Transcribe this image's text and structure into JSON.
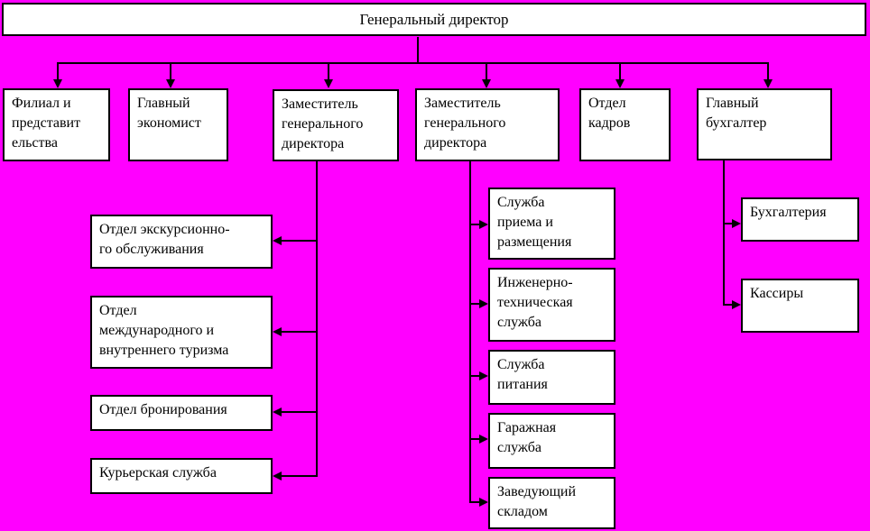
{
  "colors": {
    "background": "#FF00FF",
    "box_fill": "#FFFFFF",
    "box_border": "#000000",
    "text": "#000000"
  },
  "org_chart": {
    "root": {
      "label": "Генеральный директор"
    },
    "level2": [
      {
        "label": "Филиал и\nпредставит\nельства"
      },
      {
        "label": "Главный\nэкономист"
      },
      {
        "label": "Заместитель\nгенерального\nдиректора"
      },
      {
        "label": "Заместитель\nгенерального\nдиректора"
      },
      {
        "label": "Отдел\nкадров"
      },
      {
        "label": "Главный\nбухгалтер"
      }
    ],
    "deputy1_children": [
      {
        "label": "Отдел экскурсионно-\nго обслуживания"
      },
      {
        "label": "Отдел\nмеждународного и\nвнутреннего туризма"
      },
      {
        "label": "Отдел бронирования"
      },
      {
        "label": "Курьерская служба"
      }
    ],
    "deputy2_children": [
      {
        "label": "Служба\nприема и\nразмещения"
      },
      {
        "label": "Инженерно-\nтехническая\nслужба"
      },
      {
        "label": "Служба\nпитания"
      },
      {
        "label": "Гаражная\nслужба"
      },
      {
        "label": "Заведующий\nскладом"
      }
    ],
    "chief_accountant_children": [
      {
        "label": "Бухгалтерия"
      },
      {
        "label": "Кассиры"
      }
    ]
  }
}
